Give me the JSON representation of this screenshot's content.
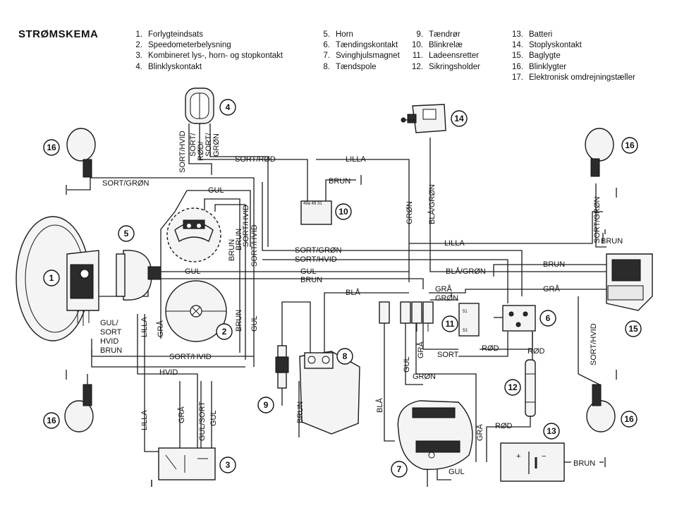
{
  "title": "STRØMSKEMA",
  "legend": [
    [
      {
        "num": "1.",
        "text": "Forlygteindsats"
      },
      {
        "num": "2.",
        "text": "Speedometerbelysning"
      },
      {
        "num": "3.",
        "text": "Kombineret lys-, horn- og stopkontakt"
      },
      {
        "num": "4.",
        "text": "Blinklyskontakt"
      }
    ],
    [
      {
        "num": "5.",
        "text": "Horn"
      },
      {
        "num": "6.",
        "text": "Tændingskontakt"
      },
      {
        "num": "7.",
        "text": "Svinghjulsmagnet"
      },
      {
        "num": "8.",
        "text": "Tændspole"
      }
    ],
    [
      {
        "num": "9.",
        "text": "Tændrør"
      },
      {
        "num": "10.",
        "text": "Blinkrelæ"
      },
      {
        "num": "11.",
        "text": "Ladeensretter"
      },
      {
        "num": "12.",
        "text": "Sikringsholder"
      }
    ],
    [
      {
        "num": "13.",
        "text": "Batteri"
      },
      {
        "num": "14.",
        "text": "Stoplyskontakt"
      },
      {
        "num": "15.",
        "text": "Baglygte"
      },
      {
        "num": "16.",
        "text": "Blinklygter"
      },
      {
        "num": "17.",
        "text": "Elektronisk omdrejningstæller"
      }
    ]
  ],
  "components": {
    "c1": "1",
    "c2": "2",
    "c3": "3",
    "c4": "4",
    "c5": "5",
    "c6": "6",
    "c7": "7",
    "c8": "8",
    "c9": "9",
    "c10": "10",
    "c11": "11",
    "c12": "12",
    "c13": "13",
    "c14": "14",
    "c15": "15",
    "c16": "16"
  },
  "wire_labels": {
    "sort_hvid": "SORT/HVID",
    "sort_rod": "SORT/RØD",
    "sort_gron": "SORT/GRØN",
    "sort": "SORT",
    "rod": "RØD",
    "lilla": "LILLA",
    "brun": "BRUN",
    "gul": "GUL",
    "gra": "GRÅ",
    "gron": "GRØN",
    "bla": "BLÅ",
    "bla_gron": "BLÅ/GRØN",
    "gul_sort": "GUL/SORT",
    "hvid": "HVID",
    "sort_slash": "SORT/",
    "rod_slash": "RØD/",
    "gul_slash": "GUL/",
    "gron_upper": "GRØN"
  },
  "terminal_labels": {
    "relay": "49a  49  31",
    "rect_top": "51",
    "rect_bottom": "53",
    "battery_plus": "+",
    "battery_minus": "−"
  }
}
